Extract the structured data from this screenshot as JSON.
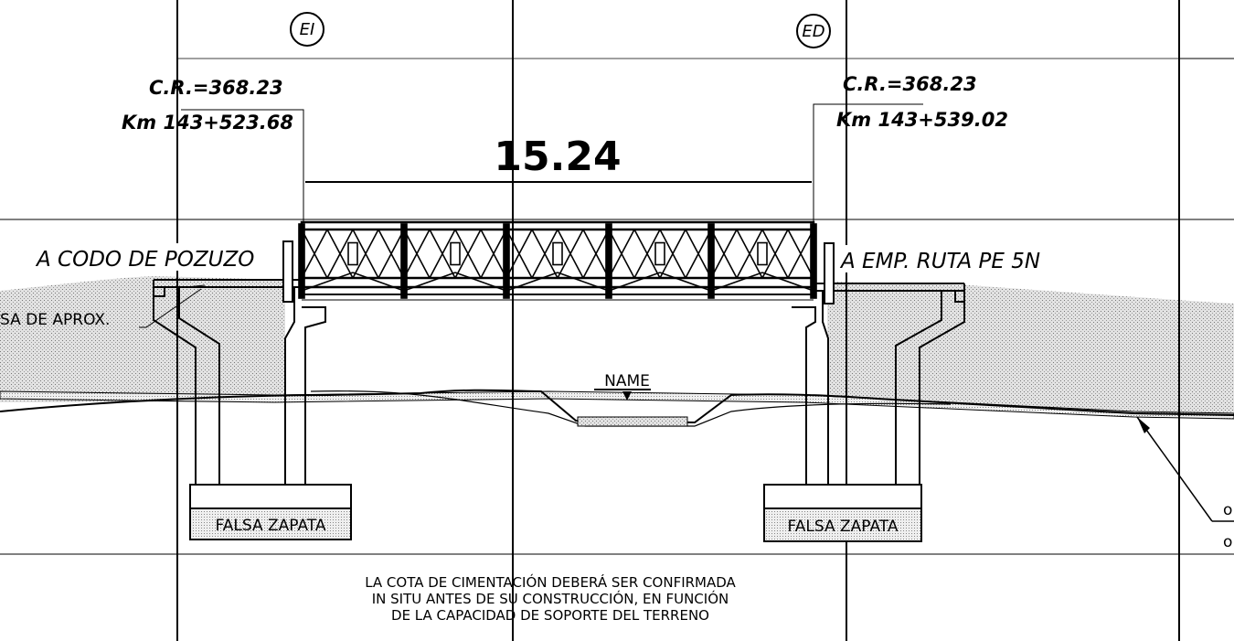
{
  "axes": {
    "left": "EI",
    "right": "ED"
  },
  "left_abutment": {
    "elevation": "C.R.=368.23",
    "station": "Km 143+523.68"
  },
  "right_abutment": {
    "elevation": "C.R.=368.23",
    "station": "Km 143+539.02"
  },
  "span_length": "15.24",
  "directions": {
    "left": "A CODO DE POZUZO",
    "right": "A EMP. RUTA PE 5N"
  },
  "approach_slab": "SA DE APROX.",
  "water_level": "NAME",
  "footings": {
    "left": "FALSA ZAPATA",
    "right": "FALSA ZAPATA"
  },
  "note": [
    "LA COTA DE CIMENTACIÓN DEBERÁ SER CONFIRMADA",
    "IN SITU ANTES DE SU CONSTRUCCIÓN, EN FUNCIÓN",
    "DE LA CAPACIDAD DE SOPORTE DEL TERRENO"
  ],
  "right_callout": [
    "o",
    "o"
  ],
  "colors": {
    "ink": "#000000",
    "ground_fill": "#d9d9d9",
    "paper": "#ffffff"
  }
}
